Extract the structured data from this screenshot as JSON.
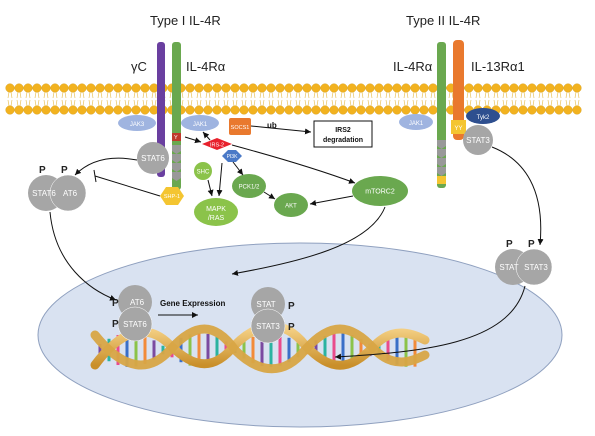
{
  "titles": {
    "type1": "Type I IL-4R",
    "type2": "Type II IL-4R"
  },
  "receptors": {
    "gamma_c": "γC",
    "il4ra_left": "IL-4Rα",
    "il4ra_right": "IL-4Rα",
    "il13ra1": "IL-13Rα1"
  },
  "kinases": {
    "jak3": "JAK3",
    "jak1_left": "JAK1",
    "jak1_right": "JAK1",
    "tyk2": "Tyk2"
  },
  "nodes": {
    "socs1": "SOCS1",
    "ub": "ub",
    "irs2_deg_line1": "IRS2",
    "irs2_deg_line2": "degradation",
    "irs2": "IRS-2",
    "pi3k": "PI3K",
    "shc": "SHC",
    "stat6_bound": "STAT6",
    "shp1": "SHP-1",
    "mapk_line1": "MAPK",
    "mapk_line2": "/RAS",
    "pck": "PCK1/2",
    "akt": "AKT",
    "mtorc2": "mTORC2",
    "stat3_bound": "STAT3",
    "y_letter": "Y",
    "yy": "YY"
  },
  "dimers": {
    "left_a": "STAT6",
    "left_b": "AT6",
    "left_p1": "P",
    "left_p2": "P",
    "right_a": "STAT",
    "right_b": "STAT3",
    "right_p1": "P",
    "right_p2": "P"
  },
  "nucleus": {
    "gene_expression": "Gene Expression",
    "stat6_top": "AT6",
    "stat6_bottom": "STAT6",
    "p_left1": "P",
    "p_left2": "P",
    "stat3_top": "STAT",
    "stat3_bottom": "STAT3",
    "p_right1": "P",
    "p_right2": "P"
  },
  "colors": {
    "membrane": "#f2b21f",
    "il4ra": "#6aa84f",
    "gamma_c": "#6a3fa0",
    "il13ra1": "#e9792e",
    "jak": "#9fb4e0",
    "stat": "#a6a6a6",
    "green_node": "#6aa84f",
    "nucleus": "#d6e0f0",
    "irs2": "#e8212c",
    "pi3k": "#4a79c7",
    "shp1": "#f4c531",
    "tyk2": "#2e4f8f"
  },
  "icons": [
    "inhibition-bar",
    "arrowhead",
    "dna-double-helix",
    "phospholipid-bilayer"
  ]
}
